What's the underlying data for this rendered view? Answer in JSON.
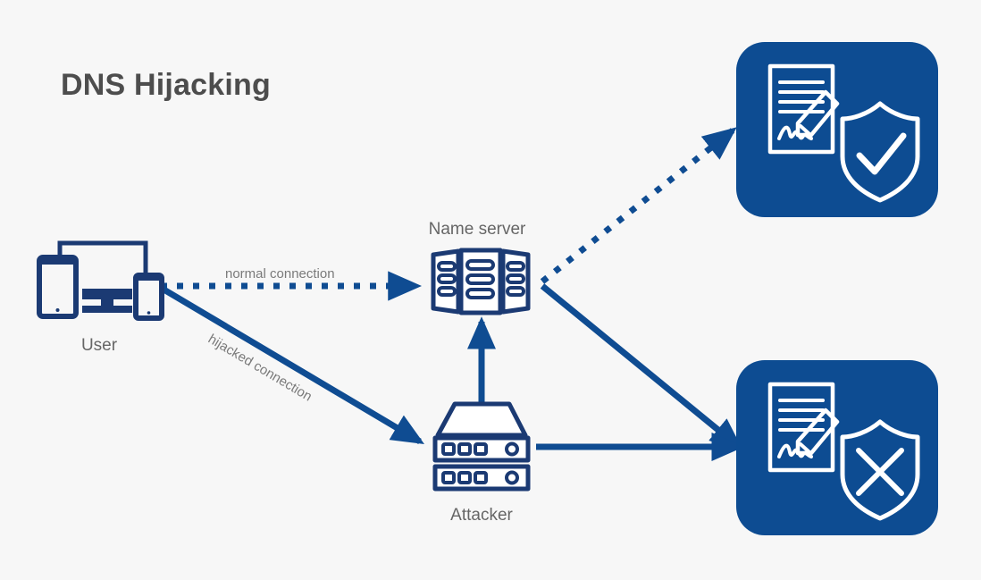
{
  "diagram": {
    "title": "DNS Hijacking",
    "background_color": "#f7f7f7",
    "accent_color": "#0d4c92",
    "line_color": "#0f4c92",
    "icon_stroke_color": "#1b3a73",
    "title_color": "#4d4d4d",
    "label_color": "#666666",
    "edge_label_color": "#7a7a7a",
    "tile_fill": "#0d4c92",
    "tile_stroke": "#ffffff",
    "nodes": [
      {
        "id": "user",
        "label": "User",
        "icon": "devices-icon"
      },
      {
        "id": "name-server",
        "label": "Name server",
        "icon": "server-rack-icon"
      },
      {
        "id": "attacker",
        "label": "Attacker",
        "icon": "attacker-server-icon"
      },
      {
        "id": "legit-site",
        "label": "",
        "icon": "document-shield-check-icon"
      },
      {
        "id": "fake-site",
        "label": "",
        "icon": "document-shield-cross-icon"
      }
    ],
    "edges": [
      {
        "id": "normal-connection",
        "label": "normal connection",
        "style": "dotted",
        "from": "user",
        "to": "name-server"
      },
      {
        "id": "hijacked-connection",
        "label": "hijacked connection",
        "style": "solid",
        "from": "user",
        "to": "attacker"
      },
      {
        "id": "attacker-to-nameserver",
        "label": "",
        "style": "solid",
        "from": "attacker",
        "to": "name-server"
      },
      {
        "id": "nameserver-to-legit",
        "label": "",
        "style": "dotted",
        "from": "name-server",
        "to": "legit-site"
      },
      {
        "id": "nameserver-to-fake",
        "label": "",
        "style": "solid",
        "from": "name-server",
        "to": "fake-site"
      },
      {
        "id": "attacker-to-fake",
        "label": "",
        "style": "solid",
        "from": "attacker",
        "to": "fake-site"
      }
    ]
  }
}
